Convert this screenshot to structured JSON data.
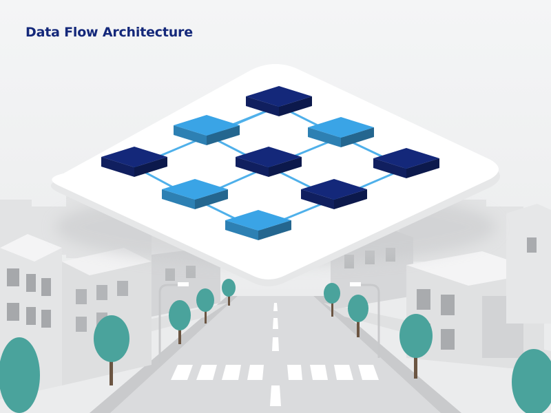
{
  "header": {
    "title": "Data Flow Architecture"
  },
  "colors": {
    "title": "#14287a",
    "node_dark": "#14287a",
    "node_light": "#3aa4e6",
    "connector": "#4fb0ea",
    "platform": "#ffffff",
    "tree": "#4aa39c",
    "building": "#d6d7d9",
    "road": "#d9dadc",
    "background": "#f1f2f3"
  },
  "diagram": {
    "nodes": [
      {
        "id": "n1",
        "tone": "dark"
      },
      {
        "id": "n2",
        "tone": "light"
      },
      {
        "id": "n3",
        "tone": "light"
      },
      {
        "id": "n4",
        "tone": "dark"
      },
      {
        "id": "n5",
        "tone": "dark"
      },
      {
        "id": "n6",
        "tone": "dark"
      },
      {
        "id": "n7",
        "tone": "light"
      },
      {
        "id": "n8",
        "tone": "dark"
      },
      {
        "id": "n9",
        "tone": "light"
      }
    ],
    "edges": [
      [
        "n1",
        "n2"
      ],
      [
        "n1",
        "n3"
      ],
      [
        "n2",
        "n5"
      ],
      [
        "n3",
        "n5"
      ],
      [
        "n3",
        "n6"
      ],
      [
        "n4",
        "n1"
      ],
      [
        "n4",
        "n7"
      ],
      [
        "n5",
        "n7"
      ],
      [
        "n5",
        "n8"
      ],
      [
        "n6",
        "n8"
      ],
      [
        "n8",
        "n9"
      ],
      [
        "n7",
        "n9"
      ]
    ]
  }
}
